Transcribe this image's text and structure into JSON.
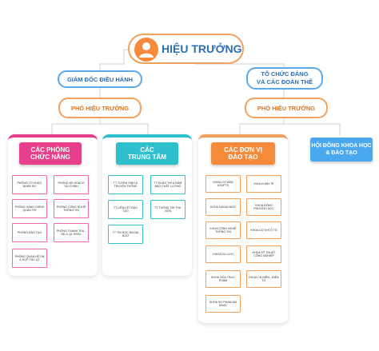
{
  "colors": {
    "blue": "#5aa9e8",
    "orange": "#f2a15c",
    "pink": "#e83f8c",
    "teal": "#2ec0cc",
    "sky": "#4aa8ef",
    "line": "#c9d3dc"
  },
  "principal": {
    "icon": "user-icon",
    "label": "HIỆU TRƯỞNG"
  },
  "left_branch": {
    "director": "GIÁM ĐỐC ĐIỀU HÀNH",
    "vice": "PHÓ HIỆU TRƯỞNG"
  },
  "right_branch": {
    "organizations_line1": "TỔ CHỨC ĐẢNG",
    "organizations_line2": "VÀ CÁC ĐOÀN THỂ",
    "vice": "PHÓ HIỆU TRƯỞNG"
  },
  "functional_depts": {
    "header_line1": "CÁC PHÒNG",
    "header_line2": "CHỨC NĂNG",
    "items": [
      "PHÒNG TỔ CHỨC NHÂN SỰ",
      "PHÒNG KẾ HOẠCH TÀI CHÍNH",
      "PHÒNG HÀNH CHÍNH QUẢN TRỊ",
      "PHÒNG CÔNG NGHỆ THÔNG TIN",
      "PHÒNG ĐÀO TẠO",
      "PHÒNG THANH TRA - KĐ & QL HSSV",
      "PHÒNG QUAN HỆ DN & HỢP TÁC QT"
    ]
  },
  "centers": {
    "header_line1": "CÁC",
    "header_line2": "TRUNG TÂM",
    "items": [
      "TT TUYỂN SINH & TRUYỀN THÔNG",
      "TT KHẢO THÍ & ĐẢM BẢO CHẤT LƯỢNG",
      "TT LIÊN KẾT ĐÀO TẠO",
      "TT THÔNG TIN THƯ VIỆN",
      "TT TIN HỌC NGOẠI NGỮ"
    ]
  },
  "training_units": {
    "header_line1": "CÁC ĐƠN VỊ",
    "header_line2": "ĐÀO TẠO",
    "items": [
      "KHOA CƠ BẢN &SOFTS",
      "KHOA KINH TẾ",
      "KHOA NGOẠI NGỮ",
      "KHOA ĐÔNG PHƯƠNG HỌC",
      "KHOA CÔNG NGHỆ THÔNG TIN",
      "KHOA CƠ KHÍ Ô TÔ",
      "KHOA DU LỊCH",
      "KHOA KỸ THUẬT CÔNG NGHIỆP",
      "KHOA HÓA THỰC PHẨM",
      "KHOA CN ĐIỆN - ĐIỆN TỬ",
      "KHOA SƯ PHẠM ÂM NHẠC"
    ]
  },
  "science_council": {
    "line1": "HỘI ĐỒNG KHOA HỌC",
    "line2": "& ĐÀO TẠO"
  }
}
